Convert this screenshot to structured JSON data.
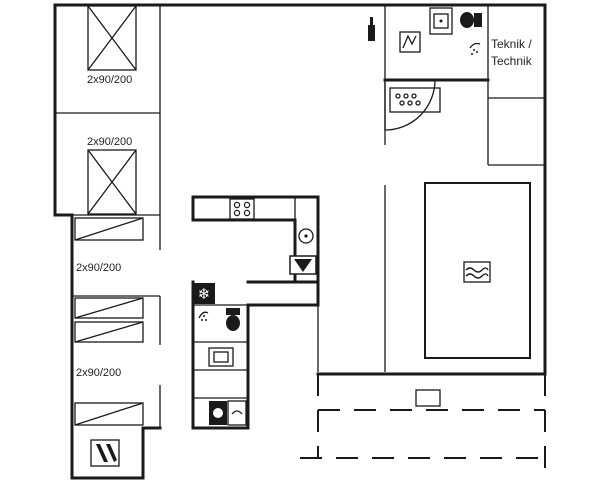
{
  "rooms": {
    "bed1": "2x90/200",
    "bed2": "2x90/200",
    "bed3": "2x90/200",
    "bed4": "2x90/200",
    "tech_line1": "Teknik /",
    "tech_line2": "Technik"
  },
  "icons": [
    "bed-icon",
    "stove-icon",
    "sink-icon",
    "toilet-icon",
    "shower-icon",
    "dishwasher-icon",
    "freezer-icon",
    "washing-machine-icon",
    "sauna-icon",
    "pool-icon",
    "fireplace-icon",
    "wine-bottle-icon"
  ]
}
